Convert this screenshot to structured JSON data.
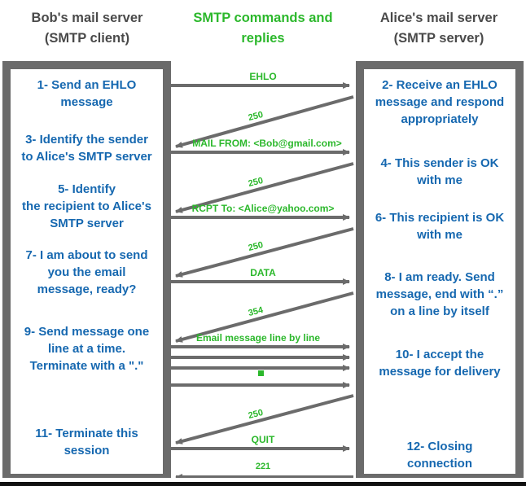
{
  "headings": {
    "left": "Bob's mail server\n(SMTP client)",
    "middle": "SMTP commands and\nreplies",
    "right": "Alice's mail server\n(SMTP server)"
  },
  "colors": {
    "command_green": "#2cb82c",
    "step_blue": "#1668b0",
    "heading_grey": "#4a4a4a",
    "arrow_grey": "#6b6b6b",
    "pane_border": "#6b6b6b"
  },
  "client_steps": [
    {
      "id": "step-1",
      "text": "1- Send an EHLO\nmessage"
    },
    {
      "id": "step-3",
      "text": "3- Identify the sender\nto Alice's SMTP server"
    },
    {
      "id": "step-5",
      "text": "5- Identify\nthe recipient to Alice's\nSMTP server"
    },
    {
      "id": "step-7",
      "text": "7- I am about to send\nyou the email\nmessage, ready?"
    },
    {
      "id": "step-9",
      "text": "9- Send message one\nline at a time.\nTerminate with a \".\""
    },
    {
      "id": "step-11",
      "text": "11- Terminate this\nsession"
    }
  ],
  "server_steps": [
    {
      "id": "step-2",
      "text": "2- Receive an EHLO\nmessage and respond\nappropriately"
    },
    {
      "id": "step-4",
      "text": "4- This sender is OK\nwith me"
    },
    {
      "id": "step-6",
      "text": "6- This recipient is OK\nwith me"
    },
    {
      "id": "step-8",
      "text": "8-  I am ready. Send\nmessage, end with “.”\non a line by itself"
    },
    {
      "id": "step-10",
      "text": "10-  I accept the\nmessage for delivery"
    },
    {
      "id": "step-12",
      "text": "12-  Closing\nconnection"
    }
  ],
  "messages": [
    {
      "id": "msg-ehlo",
      "label": "EHLO",
      "direction": "client-to-server",
      "kind": "command"
    },
    {
      "id": "reply-250-ehlo",
      "label": "250",
      "direction": "server-to-client",
      "kind": "reply"
    },
    {
      "id": "msg-mail-from",
      "label": "MAIL FROM: <Bob@gmail.com>",
      "direction": "client-to-server",
      "kind": "command"
    },
    {
      "id": "reply-250-mail",
      "label": "250",
      "direction": "server-to-client",
      "kind": "reply"
    },
    {
      "id": "msg-rcpt-to",
      "label": "RCPT To: <Alice@yahoo.com>",
      "direction": "client-to-server",
      "kind": "command"
    },
    {
      "id": "reply-250-rcpt",
      "label": "250",
      "direction": "server-to-client",
      "kind": "reply"
    },
    {
      "id": "msg-data",
      "label": "DATA",
      "direction": "client-to-server",
      "kind": "command"
    },
    {
      "id": "reply-354",
      "label": "354",
      "direction": "server-to-client",
      "kind": "reply"
    },
    {
      "id": "msg-body-1",
      "label": "Email message line by line",
      "direction": "client-to-server",
      "kind": "command"
    },
    {
      "id": "msg-body-2",
      "label": "",
      "direction": "client-to-server",
      "kind": "command"
    },
    {
      "id": "msg-body-3",
      "label": "",
      "direction": "client-to-server",
      "kind": "command"
    },
    {
      "id": "msg-body-4",
      "label": "",
      "direction": "client-to-server",
      "kind": "command"
    },
    {
      "id": "msg-terminator",
      "label": "",
      "direction": "client-to-server",
      "kind": "command"
    },
    {
      "id": "reply-250-body",
      "label": "250",
      "direction": "server-to-client",
      "kind": "reply"
    },
    {
      "id": "msg-quit",
      "label": "QUIT",
      "direction": "client-to-server",
      "kind": "command"
    },
    {
      "id": "reply-221",
      "label": "221",
      "direction": "server-to-client",
      "kind": "reply"
    }
  ]
}
